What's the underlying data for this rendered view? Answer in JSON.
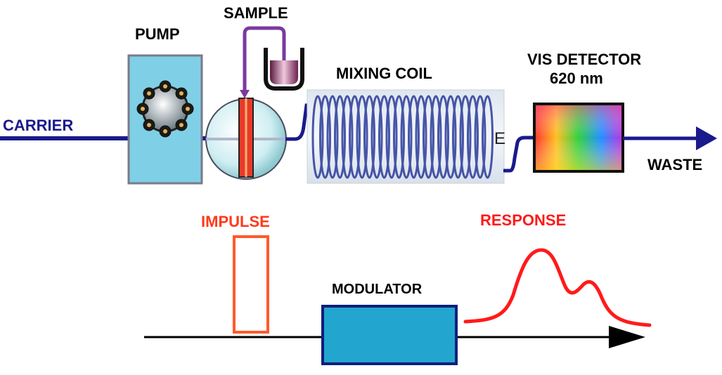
{
  "labels": {
    "carrier": "CARRIER",
    "pump": "PUMP",
    "sample": "SAMPLE",
    "mixing_coil": "MIXING COIL",
    "detector_line1": "VIS DETECTOR",
    "detector_line2": "620 nm",
    "waste": "WASTE",
    "impulse": "IMPULSE",
    "modulator": "MODULATOR",
    "response": "RESPONSE"
  },
  "colors": {
    "flow_line": "#1a1a8c",
    "pump_fill": "#7fcfe6",
    "pump_border": "#7a7a8a",
    "sample_tube": "#7a3aa0",
    "impulse": "#ff5a2a",
    "response": "#ff1a1a",
    "modulator_fill": "#22a6cf",
    "modulator_border": "#0f1f7a",
    "axis": "#000000"
  },
  "icons": {
    "pump_rotor": "peristaltic-rotor-icon",
    "injection_valve": "injection-valve-icon",
    "sample_cup": "sample-cup-icon",
    "mixing_coil": "coil-icon",
    "detector": "detector-cell-icon"
  }
}
